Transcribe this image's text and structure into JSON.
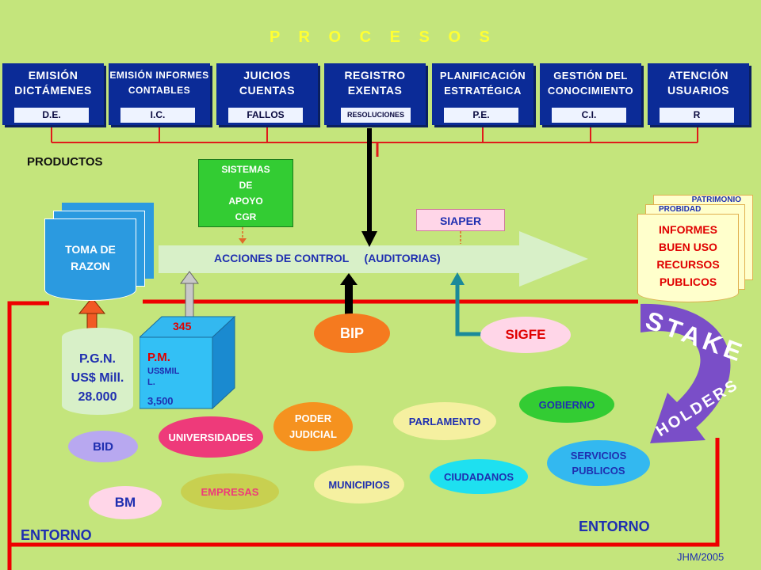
{
  "title": "P R O C E S O S",
  "processes": [
    {
      "label": "EMISIÓN\nDICTÁMENES",
      "code": "D.E."
    },
    {
      "label": "EMISIÓN INFORMES\nCONTABLES",
      "code": "I.C."
    },
    {
      "label": "JUICIOS\nCUENTAS",
      "code": "FALLOS"
    },
    {
      "label": "REGISTRO\nEXENTAS",
      "code": "RESOLUCIONES"
    },
    {
      "label": "PLANIFICACIÓN\nESTRATÉGICA",
      "code": "P.E."
    },
    {
      "label": "GESTIÓN DEL\nCONOCIMIENTO",
      "code": "C.I."
    },
    {
      "label": "ATENCIÓN\nUSUARIOS",
      "code": "R"
    }
  ],
  "productos_label": "PRODUCTOS",
  "sistemas_apoyo": "SISTEMAS\nDE\nAPOYO\nCGR",
  "siaper": "SIAPER",
  "acciones": "ACCIONES DE CONTROL     (AUDITORIAS)",
  "toma_razon": "TOMA DE\nRAZON",
  "informes": {
    "back_label": "PATRIMONIO",
    "mid_label": "PROBIDAD",
    "front": "INFORMES\nBUEN USO\nRECURSOS\nPUBLICOS"
  },
  "pgn": "P.G.N.\nUS$ Mill.\n28.000",
  "pm": {
    "top": "345",
    "line1": "P.M.",
    "line2": "US$MIL\nL.",
    "line3": "3,500"
  },
  "bip": "BIP",
  "sigfe": "SIGFE",
  "stake": "STAKE",
  "holders": "HOLDERS",
  "entities": {
    "gobierno": "GOBIERNO",
    "poder_judicial": "PODER\nJUDICIAL",
    "parlamento": "PARLAMENTO",
    "universidades": "UNIVERSIDADES",
    "bid": "BID",
    "servicios": "SERVICIOS\nPUBLICOS",
    "ciudadanos": "CIUDADANOS",
    "municipios": "MUNICIPIOS",
    "empresas": "EMPRESAS",
    "bm": "BM"
  },
  "entorno": "ENTORNO",
  "credit": "JHM/2005",
  "colors": {
    "background": "#c4e57c",
    "process_box": "#0b2b97",
    "red_line": "#ee0000",
    "green_box": "#33cc33",
    "arrow_band": "#d8f0c8"
  }
}
